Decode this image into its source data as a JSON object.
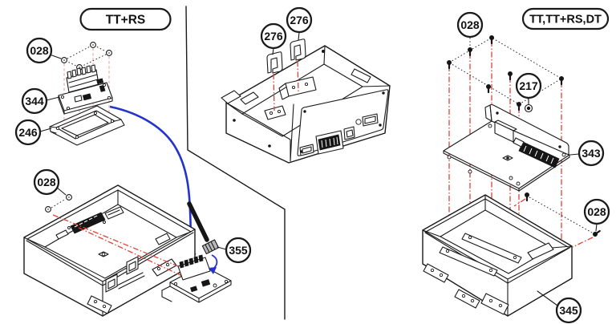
{
  "diagram": {
    "type": "exploded-parts-diagram",
    "sections": {
      "left": {
        "label": "TT+RS",
        "callouts": [
          "028",
          "344",
          "246",
          "028",
          "355"
        ]
      },
      "middle": {
        "callouts": [
          "276",
          "276"
        ]
      },
      "right": {
        "label": "TT,TT+RS,DT",
        "callouts": [
          "028",
          "217",
          "343",
          "028",
          "345"
        ]
      }
    },
    "colors": {
      "line": "#1a1a1a",
      "guide_red": "#df4338",
      "guide_pink": "#f2a2a0",
      "cable_blue": "#2433cc",
      "background": "#ffffff"
    }
  }
}
